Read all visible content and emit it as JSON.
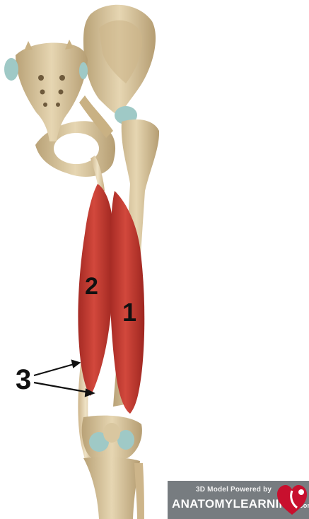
{
  "labels": {
    "muscle_1": "1",
    "muscle_2": "2",
    "tendon_3": "3"
  },
  "watermark": {
    "line1": "3D Model Powered by",
    "line2": "ANATOMYLEARNING",
    "suffix": ".com"
  },
  "colors": {
    "bone": "#d9c7a0",
    "muscle": "#c43a32",
    "cartilage": "#9fc9c6",
    "badge_bg": "#777c80",
    "logo_red": "#c8102e"
  }
}
